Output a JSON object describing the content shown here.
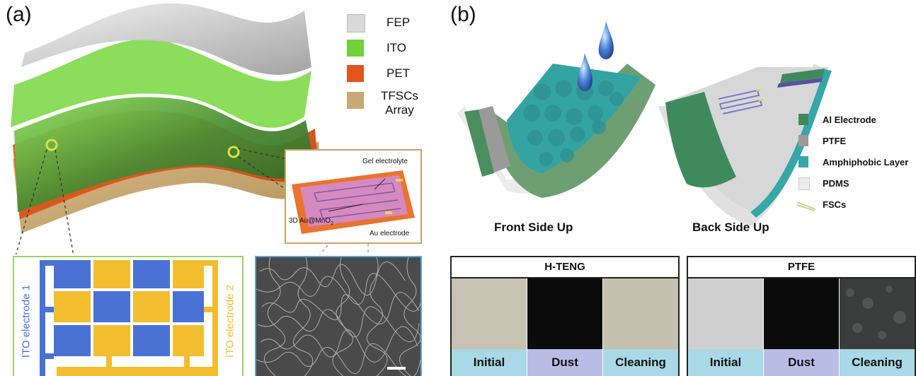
{
  "panel_a": {
    "label": "(a)",
    "legend": [
      {
        "name": "FEP",
        "color": "#d9d9d9"
      },
      {
        "name": "ITO",
        "color": "#6fd13c"
      },
      {
        "name": "PET",
        "color": "#e2561c"
      },
      {
        "name": "TFSCs\nArray",
        "color": "#c9a972"
      }
    ],
    "inset_labels": {
      "gel": "Gel electrolyte",
      "au_mno2": "3D Au@MnO",
      "au_mno2_sub": "2",
      "au_electrode": "Au electrode"
    },
    "electrode_labels": {
      "left": "ITO electrode 1",
      "right": "ITO electrode 2"
    },
    "colors": {
      "blue": "#4a72d4",
      "yellow": "#f2be2f",
      "green_frame": "#9fd06a",
      "tan_frame": "#c8a46a",
      "blue_frame": "#5aa6d8"
    }
  },
  "panel_b": {
    "label": "(b)",
    "captions": {
      "front": "Front Side Up",
      "back": "Back Side Up"
    },
    "legend": [
      {
        "name": "Al Electrode",
        "color": "#3e8a5c"
      },
      {
        "name": "PTFE",
        "color": "#9a9a9a"
      },
      {
        "name": "Amphiphobic Layer",
        "color": "#35a7a8"
      },
      {
        "name": "PDMS",
        "color": "#ececec"
      },
      {
        "name": "FSCs",
        "color": "#c8d28a"
      }
    ],
    "tests": [
      {
        "title": "H-TENG",
        "cells": [
          {
            "label": "Initial",
            "img": "#c7c2b3",
            "bg": "#a9d8e6"
          },
          {
            "label": "Dust",
            "img": "#0b0b0b",
            "bg": "#b9bde6"
          },
          {
            "label": "Cleaning",
            "img": "#c5c0b0",
            "bg": "#a9d8e6"
          }
        ]
      },
      {
        "title": "PTFE",
        "cells": [
          {
            "label": "Initial",
            "img": "#cfcfcf",
            "bg": "#a9d8e6"
          },
          {
            "label": "Dust",
            "img": "#0b0b0b",
            "bg": "#b9bde6"
          },
          {
            "label": "Cleaning",
            "img": "#3a3d3b",
            "bg": "#a9d8e6"
          }
        ]
      }
    ]
  }
}
